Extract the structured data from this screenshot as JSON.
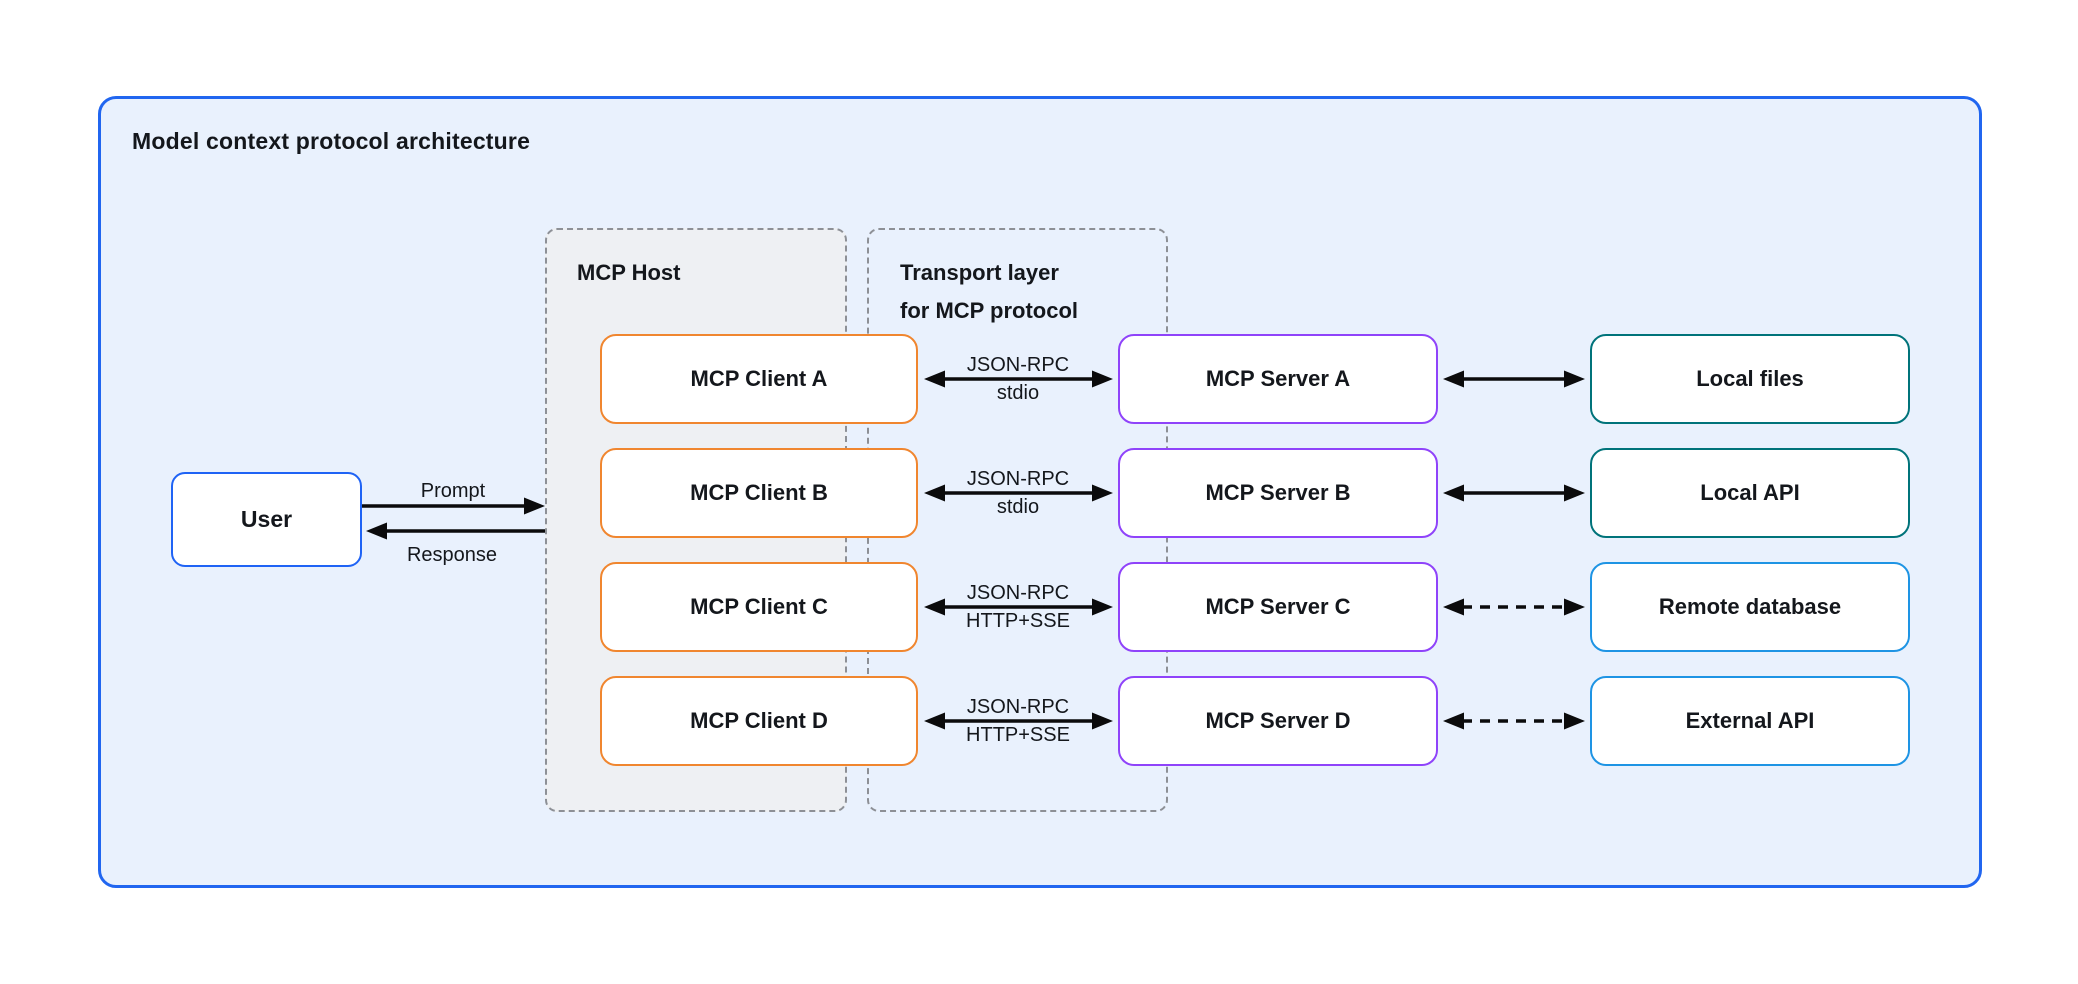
{
  "title": "Model context protocol architecture",
  "user": {
    "label": "User"
  },
  "host": {
    "label": "MCP Host"
  },
  "transport": {
    "label_line1": "Transport layer",
    "label_line2": "for MCP protocol"
  },
  "clients": [
    {
      "label": "MCP Client A"
    },
    {
      "label": "MCP Client B"
    },
    {
      "label": "MCP Client C"
    },
    {
      "label": "MCP Client D"
    }
  ],
  "servers": [
    {
      "label": "MCP Server A"
    },
    {
      "label": "MCP Server B"
    },
    {
      "label": "MCP Server C"
    },
    {
      "label": "MCP Server D"
    }
  ],
  "resources": [
    {
      "label": "Local files",
      "border_color": "#00737a",
      "link_style": "solid"
    },
    {
      "label": "Local API",
      "border_color": "#00737a",
      "link_style": "solid"
    },
    {
      "label": "Remote database",
      "border_color": "#1e94e4",
      "link_style": "dashed"
    },
    {
      "label": "External API",
      "border_color": "#1e94e4",
      "link_style": "dashed"
    }
  ],
  "links": {
    "prompt": "Prompt",
    "response": "Response",
    "rows": [
      {
        "line1": "JSON-RPC",
        "line2": "stdio"
      },
      {
        "line1": "JSON-RPC",
        "line2": "stdio"
      },
      {
        "line1": "JSON-RPC",
        "line2": "HTTP+SSE"
      },
      {
        "line1": "JSON-RPC",
        "line2": "HTTP+SSE"
      }
    ]
  },
  "colors": {
    "page_background": "#ffffff",
    "panel_background": "#e9f1fd",
    "panel_border": "#2166f0",
    "host_background": "#eef0f3",
    "dashed_group_border": "#8d9096",
    "user_border": "#1f63f5",
    "client_border": "#f0862f",
    "server_border": "#8f43fa",
    "local_resource_border": "#00737a",
    "remote_resource_border": "#1e94e4",
    "arrow": "#0b0b0c",
    "text": "#14171c"
  }
}
